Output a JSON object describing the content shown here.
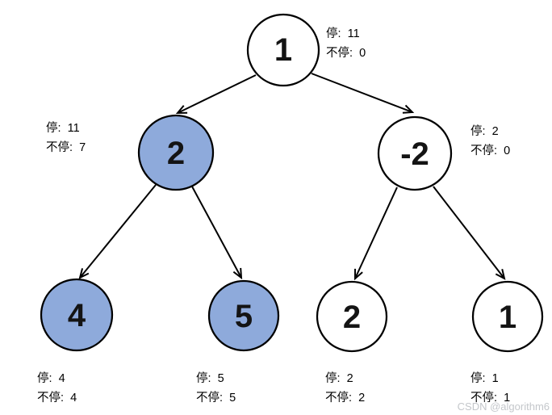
{
  "diagram": {
    "nodes": {
      "root": {
        "value": "1",
        "stop": "停:  11",
        "nostop": "不停:  0"
      },
      "left": {
        "value": "2",
        "stop": "停:  11",
        "nostop": "不停:  7"
      },
      "right": {
        "value": "-2",
        "stop": "停:  2",
        "nostop": "不停:  0"
      },
      "leftleft": {
        "value": "4",
        "stop": "停:  4",
        "nostop": "不停:  4"
      },
      "leftright": {
        "value": "5",
        "stop": "停:  5",
        "nostop": "不停:  5"
      },
      "rightleft": {
        "value": "2",
        "stop": "停:  2",
        "nostop": "不停:  2"
      },
      "rightright": {
        "value": "1",
        "stop": "停:  1",
        "nostop": "不停:  1"
      }
    },
    "colors": {
      "highlight_fill": "#8EAADB",
      "plain_fill": "#FFFFFF",
      "stroke": "#000000",
      "label_text": "#000000",
      "watermark_text": "#C4C7CB"
    },
    "watermark": "CSDN @algorithm6"
  }
}
